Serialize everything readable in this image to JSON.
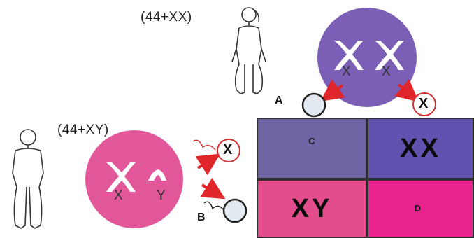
{
  "female": {
    "karyotype": "(44+XX)",
    "chromosome_labels": [
      "X",
      "X"
    ],
    "cell_color": "#7b5fb7",
    "gamete_label": "X"
  },
  "male": {
    "karyotype": "(44+XY)",
    "chromosome_labels": [
      "X",
      "Y"
    ],
    "cell_color": "#e2579a",
    "gamete_label": "X"
  },
  "markers": {
    "a": "A",
    "b": "B"
  },
  "grid": {
    "c_label": "C",
    "top_right": "XX",
    "bottom_left": "XY",
    "d_label": "D",
    "colors": {
      "c": "#7165a6",
      "top_right": "#6152b0",
      "bottom_left": "#e34d8c",
      "d": "#e8238f",
      "border": "#2e2e2e"
    }
  },
  "arrow_color": "#e0262a"
}
